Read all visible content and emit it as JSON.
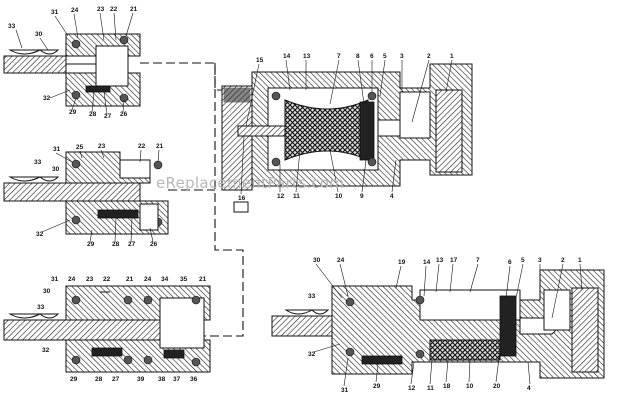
{
  "watermark": "eReplacementParts.com",
  "diagram": {
    "assemblies": [
      {
        "id": "top-left",
        "labels": [
          "31",
          "24",
          "23",
          "22",
          "21",
          "33",
          "30",
          "32",
          "29",
          "28",
          "27",
          "26"
        ]
      },
      {
        "id": "middle-left",
        "labels": [
          "31",
          "25",
          "23",
          "22",
          "21",
          "33",
          "30",
          "32",
          "29",
          "28",
          "27",
          "26"
        ]
      },
      {
        "id": "bottom-left",
        "labels": [
          "31",
          "24",
          "23",
          "22",
          "21",
          "24",
          "34",
          "35",
          "21",
          "30",
          "33",
          "32",
          "29",
          "28",
          "27",
          "39",
          "38",
          "37",
          "36"
        ]
      },
      {
        "id": "top-right",
        "labels": [
          "15",
          "14",
          "13",
          "7",
          "8",
          "6",
          "5",
          "3",
          "2",
          "1",
          "16",
          "12",
          "11",
          "10",
          "9",
          "4"
        ]
      },
      {
        "id": "bottom-right",
        "labels": [
          "30",
          "24",
          "19",
          "14",
          "13",
          "17",
          "7",
          "6",
          "5",
          "3",
          "2",
          "1",
          "33",
          "32",
          "31",
          "29",
          "12",
          "11",
          "18",
          "10",
          "20",
          "4"
        ]
      }
    ]
  }
}
